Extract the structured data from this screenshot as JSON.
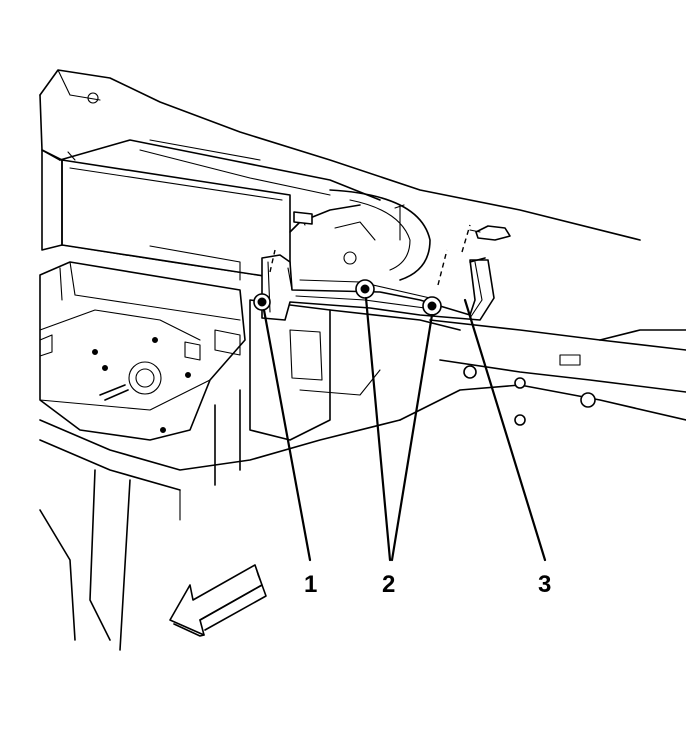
{
  "callouts": [
    {
      "id": "1",
      "label": "1"
    },
    {
      "id": "2",
      "label": "2"
    },
    {
      "id": "3",
      "label": "3"
    }
  ],
  "colors": {
    "line": "#000000",
    "background": "#ffffff"
  },
  "icons": {
    "direction_arrow": "front-direction-arrow-icon"
  }
}
